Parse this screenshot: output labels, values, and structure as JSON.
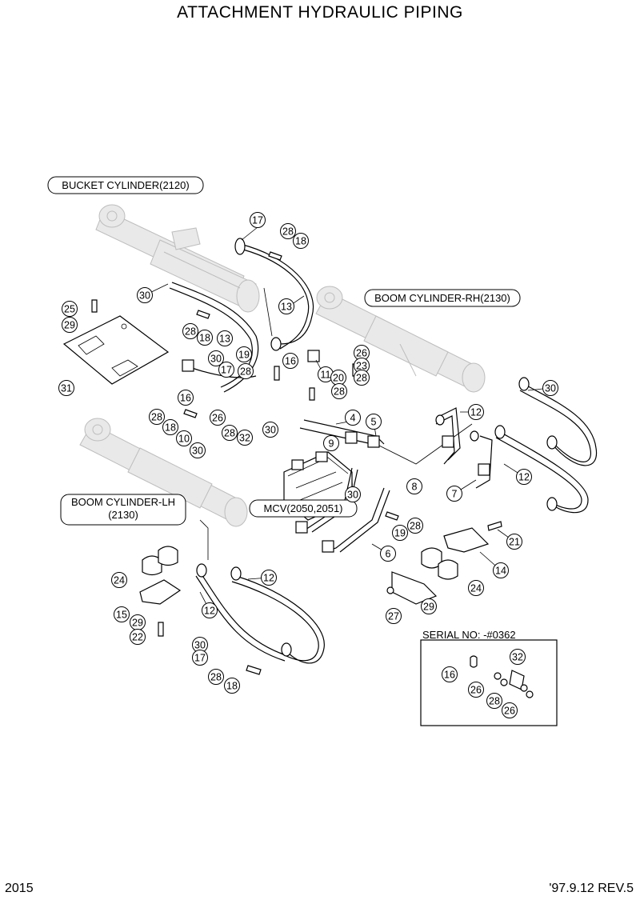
{
  "title": "ATTACHMENT HYDRAULIC PIPING",
  "footer": {
    "page": "2015",
    "revision": "'97.9.12  REV.5"
  },
  "labels": {
    "bucket_cylinder": "BUCKET CYLINDER(2120)",
    "boom_cylinder_rh": "BOOM CYLINDER-RH(2130)",
    "boom_cylinder_lh_line1": "BOOM CYLINDER-LH",
    "boom_cylinder_lh_line2": "(2130)",
    "mcv": "MCV(2050,2051)",
    "serial": "SERIAL NO: -#0362"
  },
  "callouts": [
    "17",
    "28",
    "18",
    "30",
    "13",
    "28",
    "18",
    "13",
    "19",
    "28",
    "30",
    "17",
    "16",
    "25",
    "29",
    "31",
    "26",
    "23",
    "28",
    "11",
    "20",
    "28",
    "16",
    "28",
    "18",
    "10",
    "26",
    "28",
    "32",
    "30",
    "4",
    "5",
    "30",
    "9",
    "12",
    "30",
    "8",
    "30",
    "7",
    "12",
    "19",
    "28",
    "6",
    "21",
    "14",
    "24",
    "27",
    "29",
    "24",
    "15",
    "29",
    "22",
    "12",
    "12",
    "30",
    "17",
    "28",
    "18",
    "16",
    "32",
    "26",
    "28",
    "26"
  ]
}
